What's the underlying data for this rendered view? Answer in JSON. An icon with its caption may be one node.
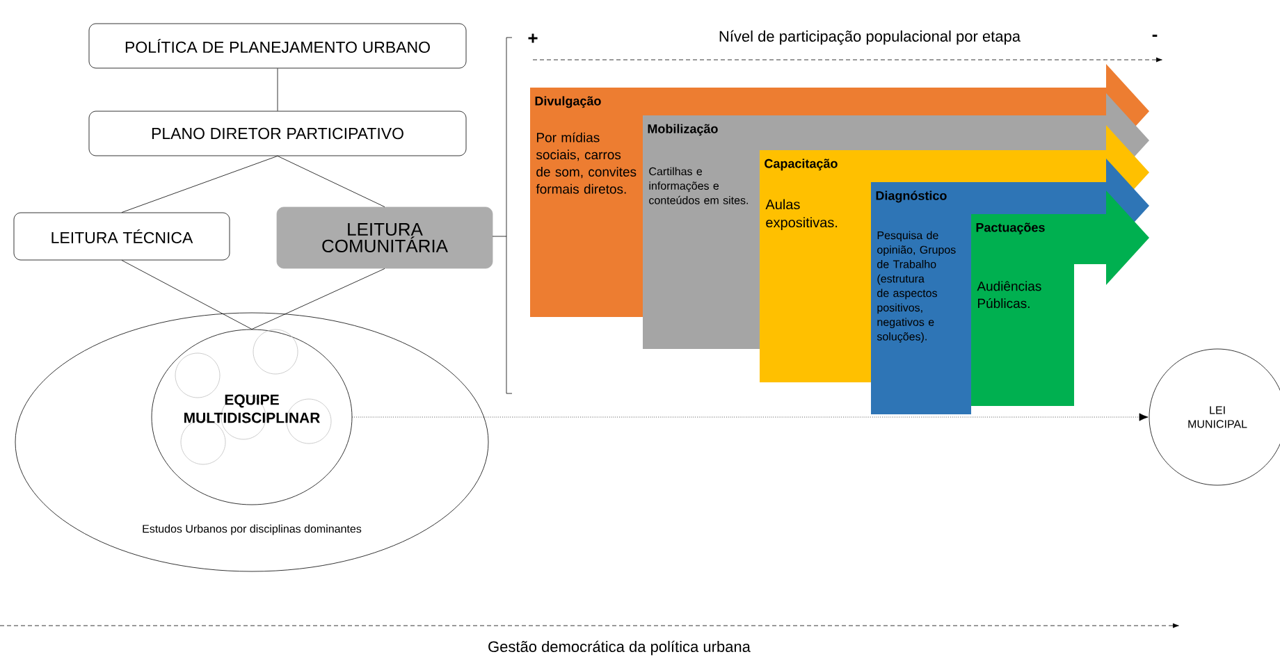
{
  "diagram": {
    "nodes": [
      {
        "text": [
          "POLÍTICA DE PLANEJAMENTO URBANO"
        ]
      },
      {
        "text": [
          "PLANO DIRETOR PARTICIPATIVO"
        ]
      },
      {
        "text": [
          "LEITURA TÉCNICA"
        ]
      },
      {
        "text": [
          "LEITURA COMUNITÁRIA"
        ]
      },
      {
        "text": [
          "Estudos Urbanos por disciplinas dominantes"
        ]
      },
      {
        "text": [
          "EQUIPE MULTIDISCIPLINAR"
        ],
        "in": 4
      },
      {
        "text": [
          "Divulgação",
          "Por mídias sociais, carros de som, convites formais diretos."
        ]
      },
      {
        "text": [
          "Mobilização",
          "Cartilhas e informações e conteúdos em sites."
        ]
      },
      {
        "text": [
          "Capacitação",
          "Aulas expositivas."
        ]
      },
      {
        "text": [
          "Diagnóstico",
          "Pesquisa de opinião, Grupos de Trabalho (estrutura de aspectos positivos, negativos e soluções)."
        ]
      },
      {
        "text": [
          "Pactuações",
          "Audiências Públicas."
        ]
      },
      {
        "text": [
          "LEI MUNICIPAL"
        ]
      }
    ],
    "edges": [
      {
        "from": 0,
        "to": 1,
        "arrow": "none"
      },
      {
        "from": 1,
        "to": 2,
        "arrow": "none"
      },
      {
        "from": 1,
        "to": 3,
        "arrow": "none"
      },
      {
        "from": 2,
        "to": 5,
        "arrow": "none"
      },
      {
        "from": 3,
        "to": 5,
        "arrow": "none"
      },
      {
        "from": 5,
        "to": 11,
        "arrow": "to",
        "style": "dashed"
      }
    ],
    "labels": [
      "+",
      "Nível de participação populacional por etapa",
      "-",
      "Gestão democrática da política urbana"
    ]
  }
}
